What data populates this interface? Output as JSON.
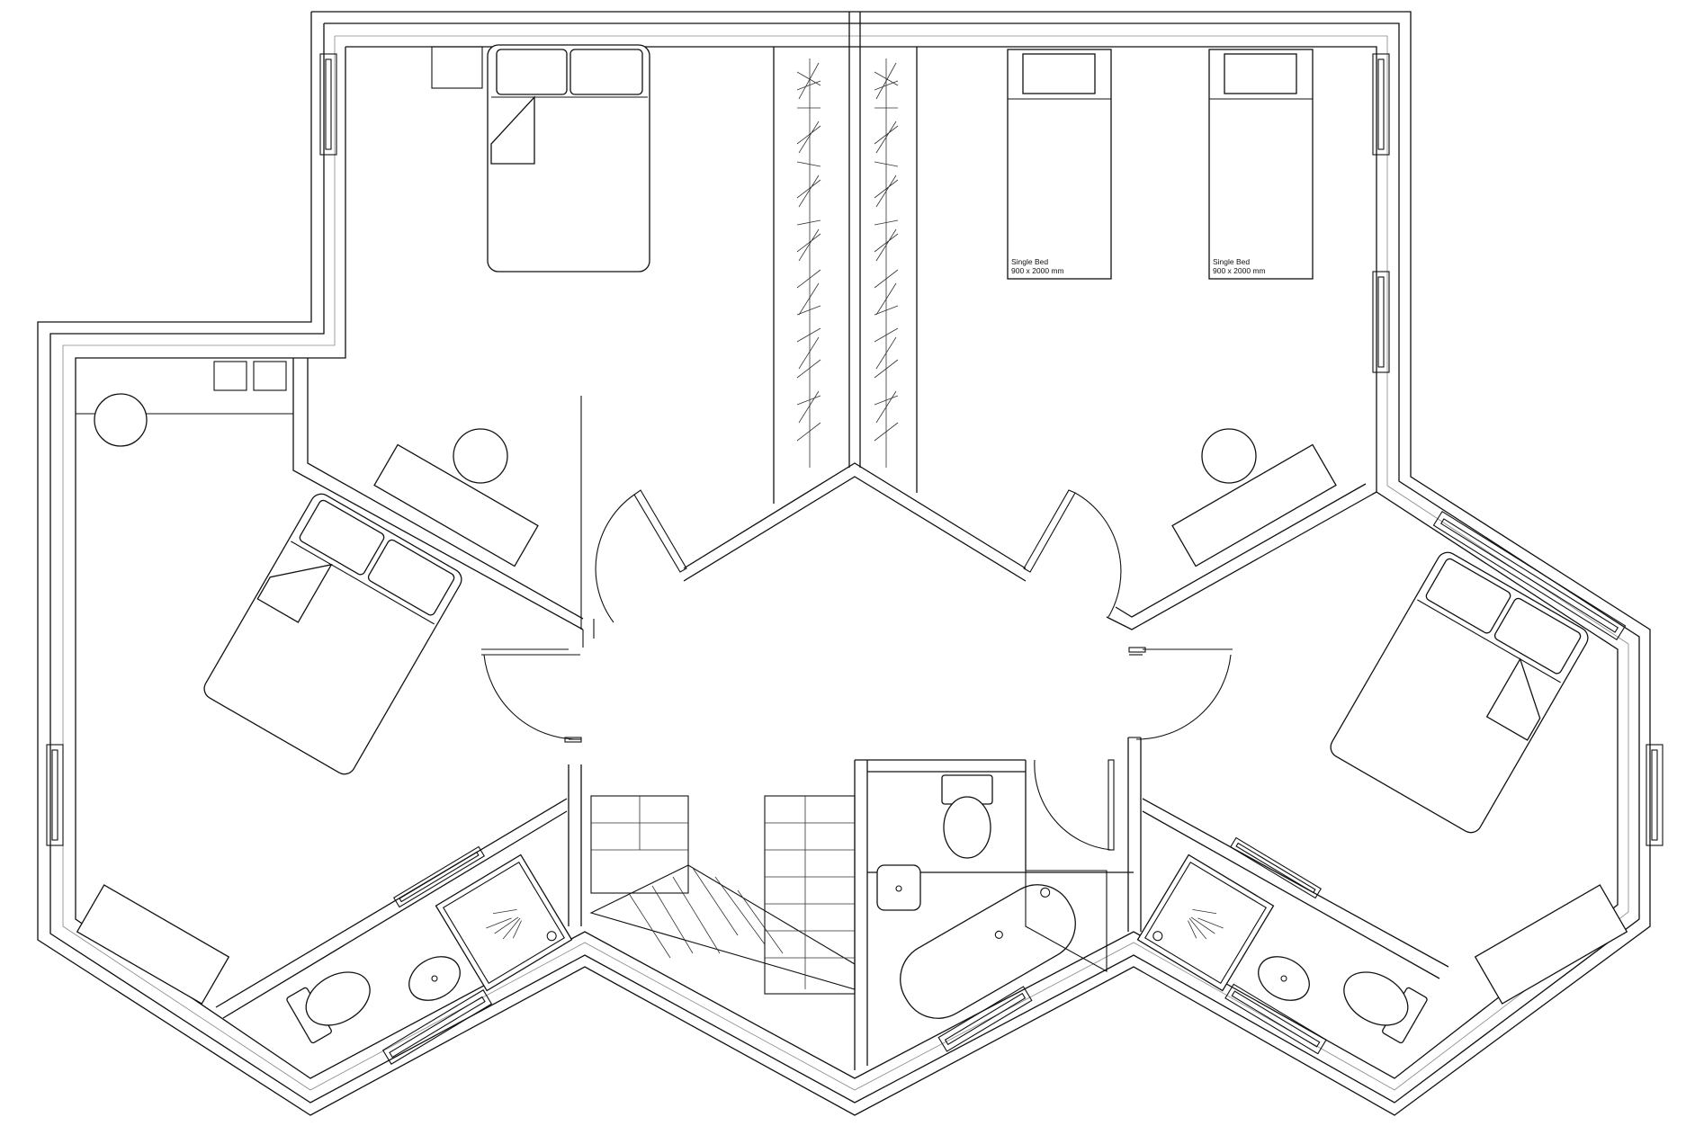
{
  "plan": {
    "labels": {
      "bed_a_title": "Single Bed",
      "bed_a_size": "900 x 2000 mm",
      "bed_b_title": "Single Bed",
      "bed_b_size": "900 x 2000 mm"
    },
    "colors": {
      "line": "#111111",
      "background": "#ffffff"
    }
  }
}
